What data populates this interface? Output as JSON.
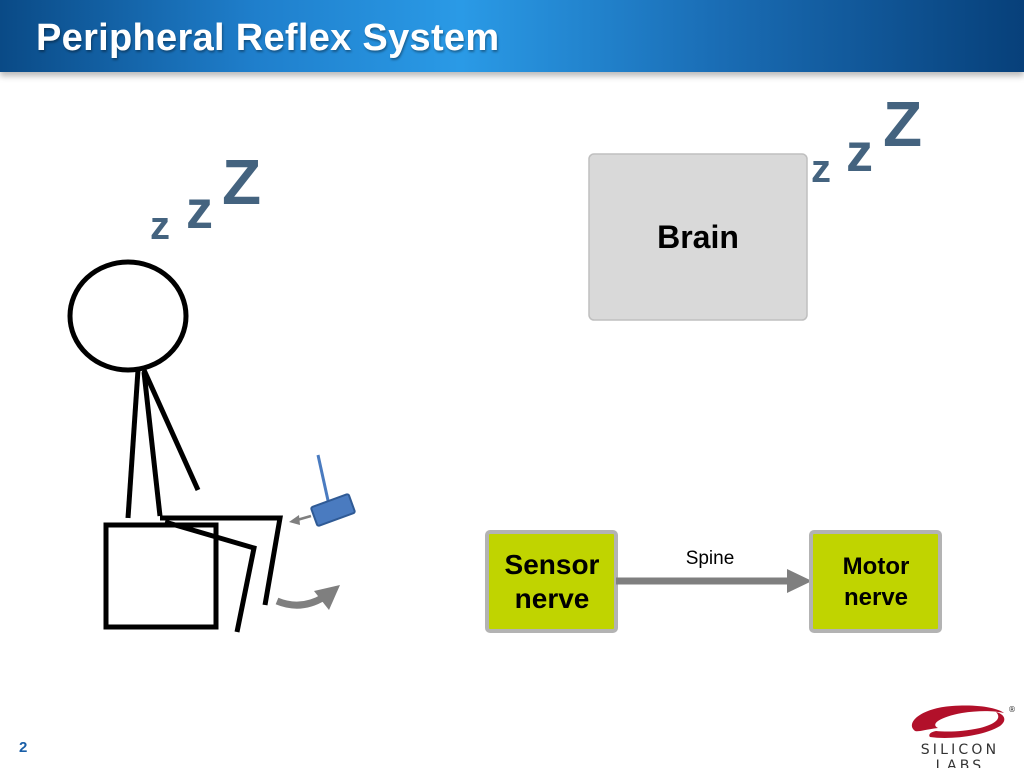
{
  "slide": {
    "title": "Peripheral Reflex System",
    "page_number": "2"
  },
  "diagram": {
    "brain": {
      "label": "Brain"
    },
    "sensor": {
      "label": "Sensor\nnerve"
    },
    "motor": {
      "label": "Motor\nnerve"
    },
    "connector": {
      "label": "Spine"
    },
    "snore_left": [
      "z",
      "z",
      "Z"
    ],
    "snore_right": [
      "z",
      "z",
      "Z"
    ]
  },
  "logo": {
    "text": "SILICON LABS",
    "registered": "®"
  },
  "colors": {
    "title_bar": "#1f7fcc",
    "nerve_fill": "#c0d400",
    "brain_fill": "#d9d9d9",
    "snore": "#44637f",
    "hammer": "#4a7bc0",
    "arrow": "#7f7f7f",
    "logo_red": "#b2102a"
  }
}
